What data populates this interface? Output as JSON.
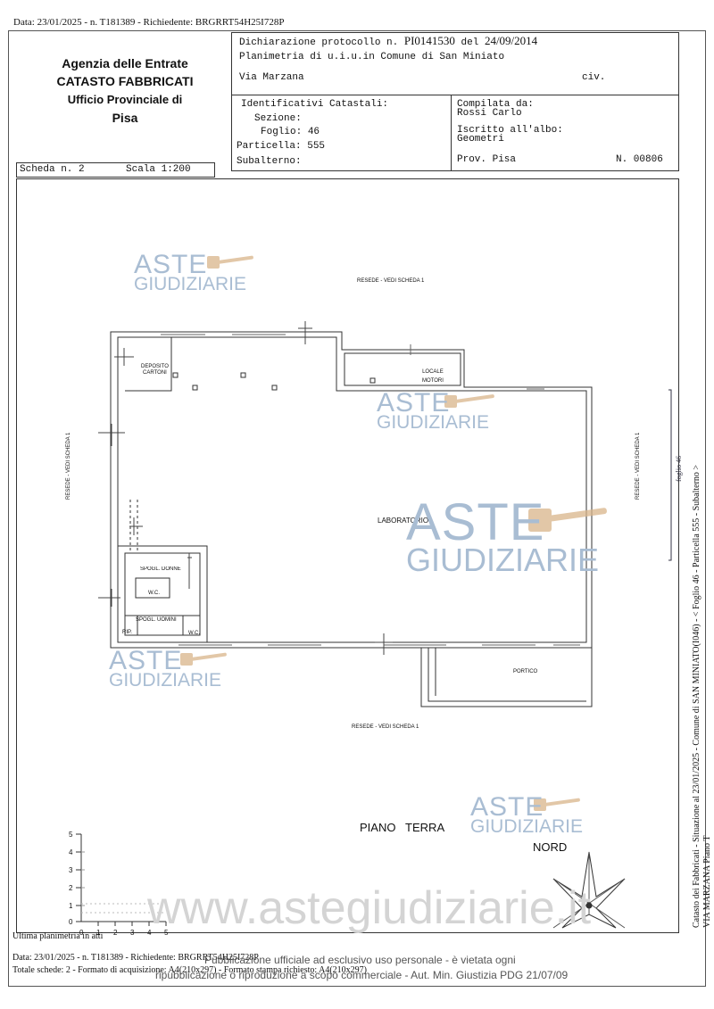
{
  "top_line": "Data: 23/01/2025 - n. T181389 - Richiedente: BRGRRT54H25I728P",
  "header": {
    "agency": "Agenzia delle Entrate",
    "catasto": "CATASTO FABBRICATI",
    "ufficio": "Ufficio Provinciale di",
    "provincia": "Pisa",
    "dichiarazione_label": "Dichiarazione protocollo n.",
    "protocollo": "PI0141530",
    "del_label": "del",
    "date": "24/09/2014",
    "planimetria": "Planimetria di u.i.u.in Comune di San Miniato",
    "via": "Via Marzana",
    "civ": "civ.",
    "ident_label": "Identificativi Catastali:",
    "sezione_label": "Sezione:",
    "foglio_label": "Foglio:",
    "foglio": "46",
    "particella_label": "Particella:",
    "particella": "555",
    "subalterno_label": "Subalterno:",
    "compilata_label": "Compilata da:",
    "compilata": "Rossi Carlo",
    "iscritto_label": "Iscritto all'albo:",
    "iscritto": "Geometri",
    "prov": "Prov. Pisa",
    "numero": "N. 00806",
    "scheda": "Scheda n. 2",
    "scala": "Scala 1:200"
  },
  "plan": {
    "resede_top": "RESEDE - VEDI SCHEDA 1",
    "resede_bottom": "RESEDE - VEDI SCHEDA 1",
    "resede_left": "RESEDE - VEDI SCHEDA 1",
    "resede_right": "RESEDE - VEDI SCHEDA 1",
    "deposito": [
      "DEPOSITO",
      "CARTONI"
    ],
    "locale": [
      "LOCALE",
      "MOTORI"
    ],
    "laboratorio": "LABORATORIO",
    "spogl_donne": "SPOGL. DONNE",
    "wc1": "W.C.",
    "spogl_uomini": "SPOGL. UOMINI",
    "rip": "RIP.",
    "wc2": "W.C.",
    "portico": "PORTICO",
    "piano": "PIANO   TERRA",
    "nord": "NORD",
    "side_mark": "foglio 46",
    "scale_ticks_y": [
      "0",
      "1",
      "2",
      "3",
      "4",
      "5"
    ],
    "scale_ticks_x": [
      "0",
      "1",
      "2",
      "3",
      "4",
      "5"
    ]
  },
  "side_text": [
    "Catasto dei Fabbricati - Situazione al 23/01/2025 - Comune di SAN MINIATO(I046) - < Foglio 46 - Particella 555 - Subalterno >",
    "VIA MARZANA Piano T"
  ],
  "watermark": {
    "aste": "ASTE",
    "giudiziarie": "GIUDIZIARIE",
    "url": "www.astegiudiziarie.it",
    "notice1": "Pubblicazione ufficiale ad esclusivo uso personale - è vietata ogni",
    "notice2": "ripubblicazione o riproduzione a scopo commerciale - Aut. Min. Giustizia PDG 21/07/09"
  },
  "footer": {
    "ultima": "Ultima planimetria in atti",
    "line1": "Data: 23/01/2025 - n. T181389 - Richiedente: BRGRRT54H25I728P",
    "line2": "Totale schede: 2 - Formato di acquisizione: A4(210x297) - Formato stampa richiesto: A4(210x297)"
  },
  "colors": {
    "line": "#333333",
    "watermark": "#a9bdd3",
    "gavel": "#d9b48a"
  }
}
